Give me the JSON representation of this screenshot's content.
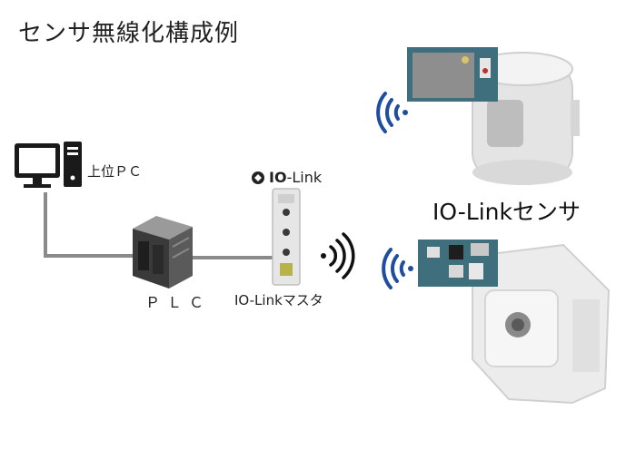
{
  "title": "センサ無線化構成例",
  "nodes": {
    "pc": {
      "label": "上位ＰＣ"
    },
    "plc": {
      "label": "ＰＬＣ"
    },
    "master": {
      "label": "IO-Linkマスタ",
      "logo_bold": "IO",
      "logo_rest": "-Link"
    },
    "sensors": {
      "label": "IO-Linkセンサ"
    }
  },
  "colors": {
    "wire": "#8a8a8a",
    "wireless_blue": "#1f4e9e",
    "wireless_dark": "#111111",
    "sensor_body": "#e8e8e8",
    "board_green": "#3f6e7c"
  },
  "icons": [
    "monitor-icon",
    "plc-icon",
    "iolink-master-icon",
    "wireless-signal-icon",
    "iolink-logo-icon"
  ]
}
